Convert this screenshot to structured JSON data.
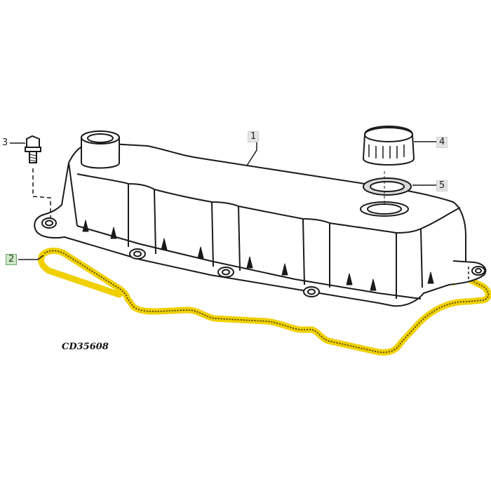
{
  "figure_id": "CD35608",
  "callouts": {
    "cover": "1",
    "gasket": "2",
    "bolt": "3",
    "cap": "4",
    "seal": "5"
  },
  "colors": {
    "line": "#1a1a1a",
    "gasket": "#f0d000",
    "gasket_fill": "#fff7c2",
    "highlight_tag": "#cfe7c4"
  }
}
